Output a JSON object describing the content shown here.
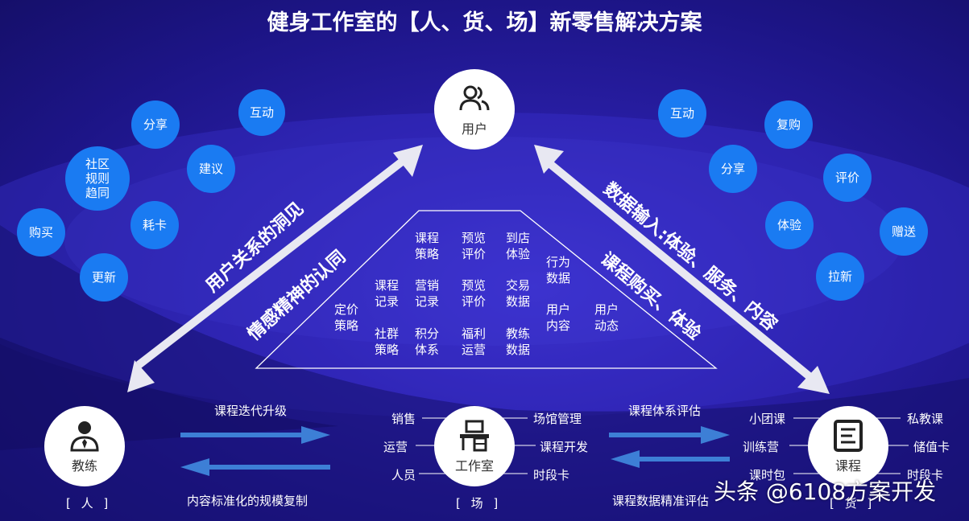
{
  "title": "健身工作室的【人、货、场】新零售解决方案",
  "nodes": {
    "user": "用户",
    "coach": "教练",
    "studio": "工作室",
    "course": "课程"
  },
  "left_bubbles": {
    "hudong": "互动",
    "fenxiang": "分享",
    "shequ": "社区\n规则\n趋同",
    "jianyi": "建议",
    "goumai": "购买",
    "haoka": "耗卡",
    "gengxin": "更新"
  },
  "right_bubbles": {
    "hudong": "互动",
    "fugou": "复购",
    "fenxiang": "分享",
    "pingjia": "评价",
    "tiyan": "体验",
    "zengsong": "赠送",
    "laxin": "拉新"
  },
  "diagonal_text": {
    "left_outer": "用户关系的洞见",
    "left_inner": "情感精神的认同",
    "right_outer": "数据输入:体验、服务、内容",
    "right_inner": "课程购买、体验"
  },
  "pyramid": {
    "c1": "课程\n策略",
    "c2": "预览\n评价",
    "c3": "到店\n体验",
    "c4": "行为\n数据",
    "c5": "课程\n记录",
    "c6": "营销\n记录",
    "c7": "预览\n评价",
    "c8": "交易\n数据",
    "c9": "定价\n策略",
    "c10": "用户\n内容",
    "c11": "用户\n动态",
    "c12": "社群\n策略",
    "c13": "积分\n体系",
    "c14": "福利\n运营",
    "c15": "教练\n数据"
  },
  "bottom": {
    "iterate": "课程迭代升级",
    "replicate": "内容标准化的规模复制",
    "eval_system": "课程体系评估",
    "eval_data": "课程数据精准评估",
    "studio_left": [
      "销售",
      "运营",
      "人员"
    ],
    "studio_right": [
      "场馆管理",
      "课程开发",
      "时段卡"
    ],
    "course_left": [
      "小团课",
      "训练营",
      "课时包"
    ],
    "course_right": [
      "私教课",
      "储值卡",
      "时段卡"
    ],
    "bracket_people": "[ 人 ]",
    "bracket_place": "[ 场 ]",
    "bracket_goods": "[ 货 ]"
  },
  "watermark": "头条 @6108方案开发",
  "colors": {
    "bubble": "#1a7bf2",
    "arrow_blue": "#3d7fd6",
    "arrow_white": "#e8e8f2"
  }
}
